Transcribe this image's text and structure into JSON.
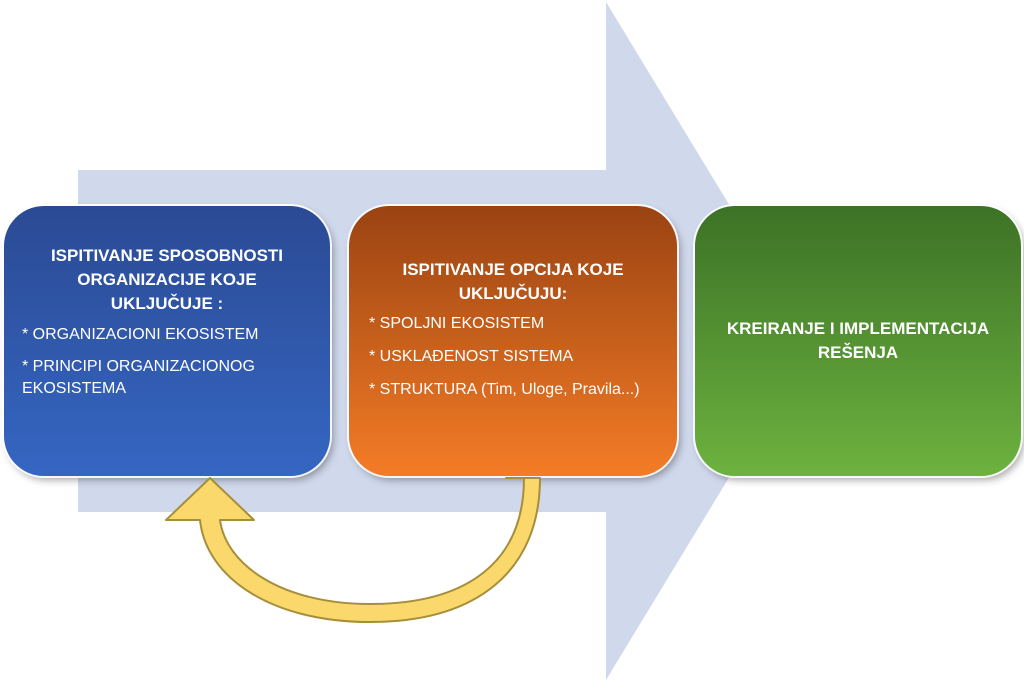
{
  "diagram": {
    "colors": {
      "arrow": "#d0d8ec",
      "box_1": "#2f5aaf",
      "box_2": "#e36f20",
      "box_3": "#56962f",
      "loop_arrow": "#fbd86c",
      "loop_arrow_outline": "#a58f3b"
    },
    "steps": [
      {
        "title": "ISPITIVANJE SPOSOBNOSTI\nORGANIZACIJE KOJE\nUKLJUČUJE :",
        "items": [
          "* ORGANIZACIONI EKOSISTEM",
          " * PRINCIPI ORGANIZACIONOG EKOSISTEMA"
        ]
      },
      {
        "title": "ISPITIVANJE OPCIJA KOJE\nUKLJUČUJU:",
        "items": [
          "* SPOLJNI EKOSISTEM",
          "* USKLAĐENOST SISTEMA",
          "* STRUKTURA (Tim, Uloge, Pravila...)"
        ]
      },
      {
        "title": "KREIRANJE I IMPLEMENTACIJA\nREŠENJA",
        "items": []
      }
    ]
  }
}
